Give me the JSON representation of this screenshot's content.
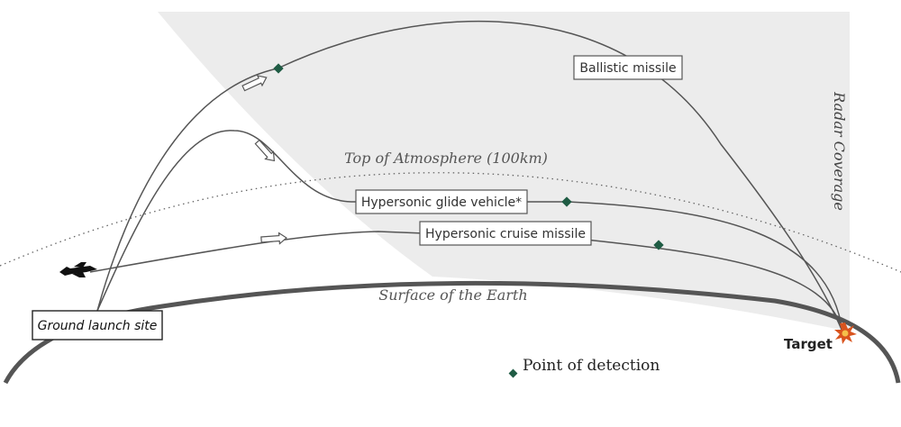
{
  "labels": {
    "ballistic": "Ballistic missile",
    "glide": "Hypersonic glide vehicle*",
    "cruise": "Hypersonic cruise missile",
    "atmosphere": "Top of Atmosphere (100km)",
    "surface": "Surface of the Earth",
    "radar": "Radar Coverage",
    "launch_site": "Ground launch site",
    "target": "Target",
    "legend_detection": "Point of detection"
  },
  "colors": {
    "radar_fill": "#ececec",
    "trajectory": "#555555",
    "earth": "#555555",
    "detection": "#1f5c44",
    "explosion": "#d9541e"
  },
  "icons": {
    "aircraft": "fighter-jet-icon",
    "impact": "explosion-icon",
    "detection": "diamond-marker-icon"
  }
}
